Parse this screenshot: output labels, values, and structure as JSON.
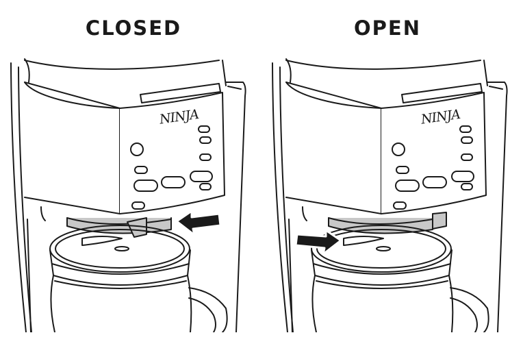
{
  "panels": {
    "closed": {
      "title": "CLOSED",
      "brand": "NINJA",
      "state": "closed"
    },
    "open": {
      "title": "OPEN",
      "brand": "NINJA",
      "state": "open"
    }
  },
  "colors": {
    "line": "#1a1a1a",
    "valve_ring": "#c8c8c8",
    "background": "#ffffff"
  },
  "icons": [
    "arrow-left-icon",
    "arrow-right-icon",
    "ninja-logo-icon"
  ]
}
